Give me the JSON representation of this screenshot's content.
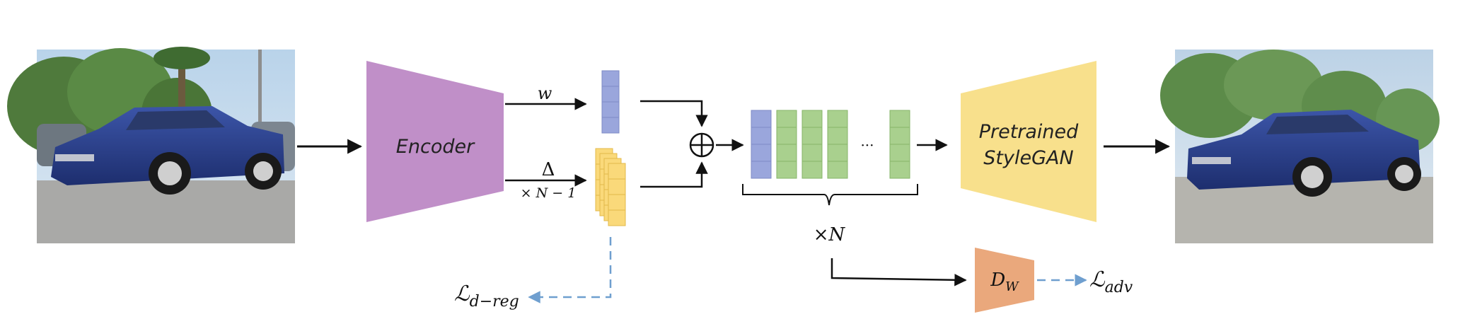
{
  "encoder": {
    "label": "Encoder",
    "color": "#c08fc8"
  },
  "generator": {
    "line1": "Pretrained",
    "line2": "StyleGAN",
    "color": "#f8e08c"
  },
  "discriminator": {
    "label": "D",
    "subscript": "W",
    "color": "#eaa87c"
  },
  "branch_w": {
    "label": "w"
  },
  "branch_delta": {
    "label": "Δ",
    "multiplier": "× N − 1"
  },
  "combine": {
    "symbol": "⊕"
  },
  "latents": {
    "ellipsis": "···",
    "multiplier": "×N",
    "w_color": "#9aa6dc",
    "delta_color": "#a9d08e",
    "offset_color": "#fad97a"
  },
  "losses": {
    "reg": {
      "symbol": "ℒ",
      "subscript": "d−reg"
    },
    "adv": {
      "symbol": "ℒ",
      "subscript": "adv"
    }
  },
  "images": {
    "input": "input-car-photo",
    "output": "reconstructed-car-photo"
  },
  "colors": {
    "arrow": "#111111",
    "loss_arrow": "#6f9fcf"
  }
}
